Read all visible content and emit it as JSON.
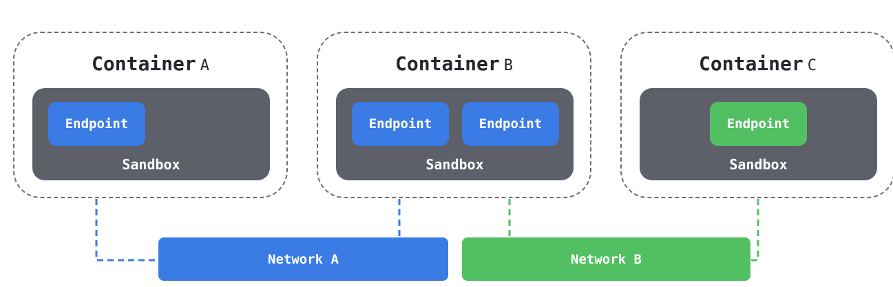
{
  "diagram": {
    "containers": [
      {
        "title": "Container",
        "suffix": "A",
        "sandbox_label": "Sandbox",
        "endpoints": [
          {
            "label": "Endpoint",
            "network": "Network A",
            "color": "#3a7be6"
          }
        ]
      },
      {
        "title": "Container",
        "suffix": "B",
        "sandbox_label": "Sandbox",
        "endpoints": [
          {
            "label": "Endpoint",
            "network": "Network A",
            "color": "#3a7be6"
          },
          {
            "label": "Endpoint",
            "network": "Network B",
            "color": "#52bf62"
          }
        ]
      },
      {
        "title": "Container",
        "suffix": "C",
        "sandbox_label": "Sandbox",
        "endpoints": [
          {
            "label": "Endpoint",
            "network": "Network B",
            "color": "#52bf62"
          }
        ]
      }
    ],
    "networks": [
      {
        "label": "Network A",
        "color": "#3a7be6"
      },
      {
        "label": "Network B",
        "color": "#52bf62"
      }
    ],
    "colors": {
      "container_border": "#6b6e74",
      "sandbox": "#5d6069",
      "network_a": "#3a7be6",
      "network_b": "#52bf62",
      "title_text": "#24272c"
    }
  }
}
